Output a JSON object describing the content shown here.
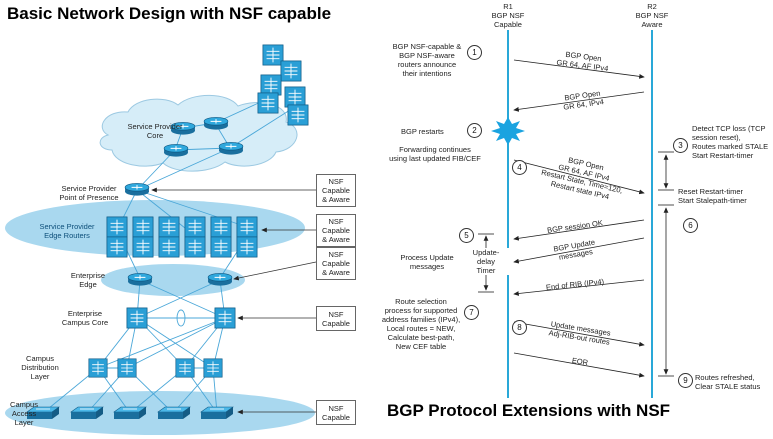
{
  "left": {
    "title": "Basic Network Design with NSF capable",
    "labels": {
      "sp_core": "Service Provider\nCore",
      "sp_pop": "Service Provider\nPoint of Presence",
      "sp_edge": "Service Provider\nEdge Routers",
      "ent_edge": "Enterprise\nEdge",
      "ent_core": "Enterprise\nCampus Core",
      "distribution": "Campus\nDistribution\nLayer",
      "access": "Campus\nAccess\nLayer"
    },
    "boxes": [
      "NSF\nCapable\n& Aware",
      "NSF\nCapable\n& Aware",
      "NSF\nCapable\n& Aware",
      "NSF\nCapable",
      "NSF\nCapable"
    ],
    "colors": {
      "cloud": "#d6edf8",
      "ellipse": "#a9d8ef",
      "device": "#2a9fd6",
      "device_dark": "#1a6f9e",
      "line": "#4aa7d8"
    }
  },
  "right": {
    "title": "BGP Protocol Extensions with NSF",
    "r1": {
      "name": "R1",
      "role": "BGP NSF\nCapable"
    },
    "r2": {
      "name": "R2",
      "role": "BGP NSF\nAware"
    },
    "steps": [
      "1",
      "2",
      "3",
      "4",
      "5",
      "6",
      "7",
      "8",
      "9"
    ],
    "left_notes": {
      "n1": "BGP NSF-capable &\nBGP NSF-aware\nrouters announce\ntheir intentions",
      "n2": "BGP restarts",
      "n2b": "Forwarding continues\nusing last updated FIB/CEF",
      "n5": "Process Update\nmessages",
      "timer": "Update-\ndelay\nTimer",
      "n7": "Route selection\nprocess for supported\naddress families (IPv4),\nLocal routes = NEW,\nCalculate best-path,\nNew CEF table"
    },
    "right_notes": {
      "n3": "Detect TCP loss (TCP\nsession reset),\nRoutes marked STALE\nStart Restart-timer",
      "reset": "Reset Restart-timer\nStart Stalepath-timer",
      "n9": "Routes refreshed,\nClear STALE status"
    },
    "messages": {
      "m1": "BGP Open\nGR 64, AF IPv4",
      "m2": "BGP Open\nGR 64, IPv4",
      "m3": "BGP Open\nGR 64, AF IPv4\nRestart State, Time=120,\nRestart state IPv4",
      "m4": "BGP session OK",
      "m5": "BGP Update\nmessages",
      "m6": "End of RIB (IPv4)",
      "m7": "Update messages\nAdj-RIB-out routes",
      "m8": "EOR"
    },
    "colors": {
      "lifeline": "#29a8d8",
      "burst": "#1aa3e0"
    }
  }
}
